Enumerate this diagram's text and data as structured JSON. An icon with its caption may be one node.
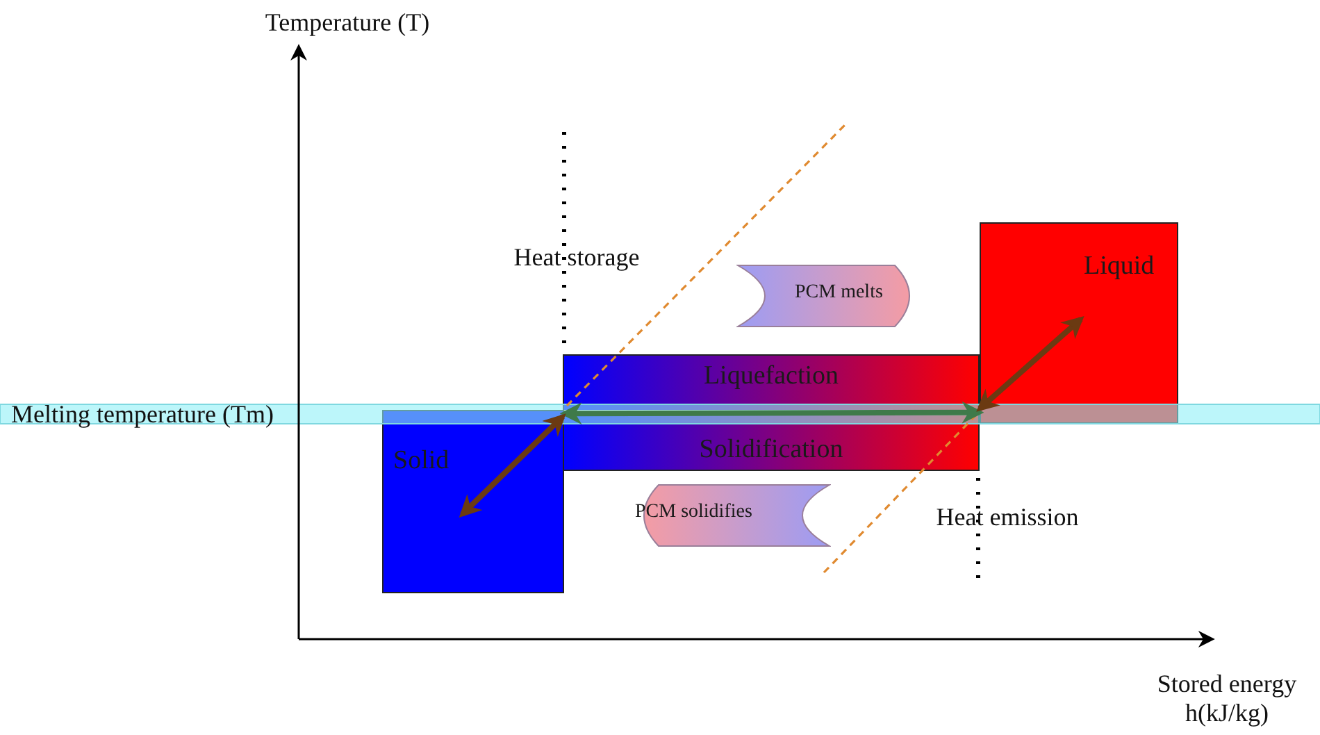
{
  "diagram": {
    "nodes": [
      {
        "text": [
          "Liquid"
        ]
      },
      {
        "text": [
          "PCM melts"
        ]
      },
      {
        "text": [
          "Liquefaction"
        ]
      },
      {
        "text": [
          "Solidification"
        ]
      },
      {
        "text": [
          "Solid"
        ]
      },
      {
        "text": [
          "PCM solidifies"
        ]
      }
    ],
    "edges": [
      {
        "from": 4,
        "to": 0,
        "arrow": "both",
        "color": "#3f7a4a"
      },
      {
        "from": 4,
        "to": 3,
        "arrow": "both"
      },
      {
        "from": 2,
        "to": 0,
        "arrow": "both"
      }
    ],
    "labels": [
      "Temperature (T)",
      "Heat storage",
      "Melting temperature (Tm)",
      "Heat emission",
      "Stored energy h(kJ/kg)"
    ]
  }
}
